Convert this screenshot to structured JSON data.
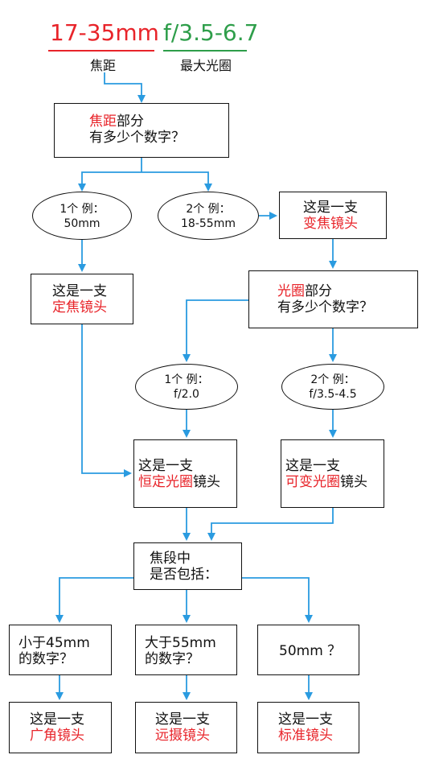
{
  "header": {
    "focal_value": "17-35mm",
    "aperture_value": "f/3.5-6.7",
    "focal_caption": "焦距",
    "aperture_caption": "最大光圈",
    "colors": {
      "focal": "#e8242a",
      "aperture": "#2e9e4a"
    }
  },
  "nodes": {
    "q_focal": {
      "hl": "焦距",
      "rest": "部分",
      "line2": "有多少个数字？"
    },
    "focal_one": {
      "line1": "1个 例：",
      "line2": "50mm"
    },
    "focal_two": {
      "line1": "2个 例：",
      "line2": "18-55mm"
    },
    "zoom": {
      "line1": "这是一支",
      "line2": "变焦镜头"
    },
    "prime": {
      "line1": "这是一支",
      "line2": "定焦镜头"
    },
    "q_aperture": {
      "hl": "光圈",
      "rest": "部分",
      "line2": "有多少个数字？"
    },
    "ap_one": {
      "line1": "1个 例：",
      "line2": "f/2.0"
    },
    "ap_two": {
      "line1": "2个 例：",
      "line2": "f/3.5-4.5"
    },
    "constant": {
      "line1": "这是一支",
      "hl": "恒定光圈",
      "rest": "镜头"
    },
    "variable": {
      "line1": "这是一支",
      "hl": "可变光圈",
      "rest": "镜头"
    },
    "q_range": {
      "line1": "焦段中",
      "line2": "是否包括："
    },
    "less45": {
      "line1": "小于45mm",
      "line2": "的数字？"
    },
    "more55": {
      "line1": "大于55mm",
      "line2": "的数字？"
    },
    "is50": {
      "line1": "50mm ？"
    },
    "wide": {
      "line1": "这是一支",
      "line2": "广角镜头"
    },
    "tele": {
      "line1": "这是一支",
      "line2": "远摄镜头"
    },
    "standard": {
      "line1": "这是一支",
      "line2": "标准镜头"
    }
  },
  "colors": {
    "arrow": "#2a9be0",
    "highlight": "#e8242a",
    "border": "#111111"
  }
}
